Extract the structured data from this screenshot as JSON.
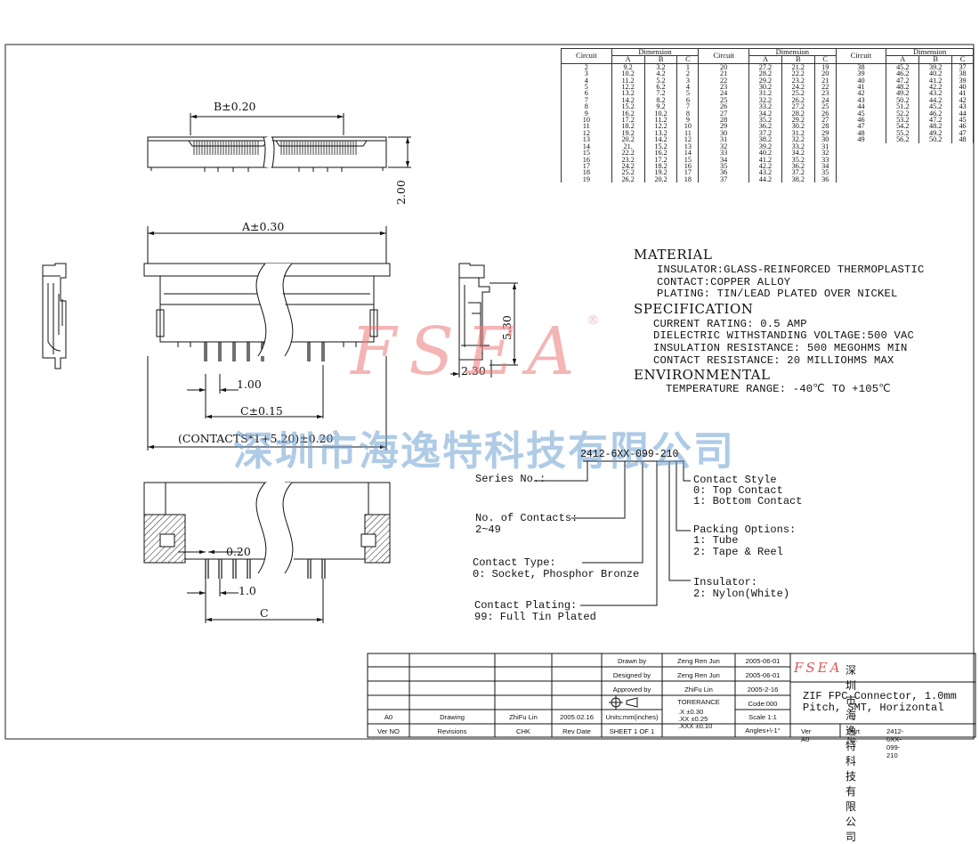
{
  "watermark": {
    "brand": "FSEA",
    "registered": "®",
    "company": "深圳市海逸特科技有限公司"
  },
  "dimensions": {
    "b": "B±0.20",
    "height": "2.00",
    "a": "A±0.30",
    "side_height": "5.30",
    "side_width": "2.30",
    "pitch": "1.00",
    "c": "C±0.15",
    "overall": "(CONTACTS*1+5.20)±0.20",
    "pin_width": "0.20",
    "pitch_bottom": "1.0",
    "c_bottom": "C"
  },
  "dimension_table": {
    "circuit_header": "Circuit",
    "dimension_header": "Dimension",
    "columns": [
      "A",
      "B",
      "C"
    ],
    "groups": [
      [
        [
          "2",
          "9.2",
          "3.2",
          "1"
        ],
        [
          "3",
          "10.2",
          "4.2",
          "2"
        ],
        [
          "4",
          "11.2",
          "5.2",
          "3"
        ],
        [
          "5",
          "12.2",
          "6.2",
          "4"
        ],
        [
          "6",
          "13.2",
          "7.2",
          "5"
        ],
        [
          "7",
          "14.2",
          "8.2",
          "6"
        ],
        [
          "8",
          "15.2",
          "9.2",
          "7"
        ],
        [
          "9",
          "16.2",
          "10.2",
          "8"
        ],
        [
          "10",
          "17.2",
          "11.2",
          "9"
        ],
        [
          "11",
          "18.2",
          "12.2",
          "10"
        ],
        [
          "12",
          "19.2",
          "13.2",
          "11"
        ],
        [
          "13",
          "20.2",
          "14.2",
          "12"
        ],
        [
          "14",
          "21.",
          "15.2",
          "13"
        ],
        [
          "15",
          "22.2",
          "16.2",
          "14"
        ],
        [
          "16",
          "23.2",
          "17.2",
          "15"
        ],
        [
          "17",
          "24.2",
          "18.2",
          "16"
        ],
        [
          "18",
          "25.2",
          "19.2",
          "17"
        ],
        [
          "19",
          "26.2",
          "20.2",
          "18"
        ]
      ],
      [
        [
          "20",
          "27.2",
          "21.2",
          "19"
        ],
        [
          "21",
          "28.2",
          "22.2",
          "20"
        ],
        [
          "22",
          "29.2",
          "23.2",
          "21"
        ],
        [
          "23",
          "30.2",
          "24.2",
          "22"
        ],
        [
          "24",
          "31.2",
          "25.2",
          "23"
        ],
        [
          "25",
          "32.2",
          "26.2",
          "24"
        ],
        [
          "26",
          "33.2",
          "27.2",
          "25"
        ],
        [
          "27",
          "34.2",
          "28.2",
          "26"
        ],
        [
          "28",
          "35.2",
          "29.2",
          "27"
        ],
        [
          "29",
          "36.2",
          "30.2",
          "28"
        ],
        [
          "30",
          "37.2",
          "31.2",
          "29"
        ],
        [
          "31",
          "38.2",
          "32.2",
          "30"
        ],
        [
          "32",
          "39.2",
          "33.2",
          "31"
        ],
        [
          "33",
          "40.2",
          "34.2",
          "32"
        ],
        [
          "34",
          "41.2",
          "35.2",
          "33"
        ],
        [
          "35",
          "42.2",
          "36.2",
          "34"
        ],
        [
          "36",
          "43.2",
          "37.2",
          "35"
        ],
        [
          "37",
          "44.2",
          "38.2",
          "36"
        ]
      ],
      [
        [
          "38",
          "45.2",
          "39.2",
          "37"
        ],
        [
          "39",
          "46.2",
          "40.2",
          "38"
        ],
        [
          "40",
          "47.2",
          "41.2",
          "39"
        ],
        [
          "41",
          "48.2",
          "42.2",
          "40"
        ],
        [
          "42",
          "49.2",
          "43.2",
          "41"
        ],
        [
          "43",
          "50.2",
          "44.2",
          "42"
        ],
        [
          "44",
          "51.2",
          "45.2",
          "43"
        ],
        [
          "45",
          "52.2",
          "46.2",
          "44"
        ],
        [
          "46",
          "53.2",
          "47.2",
          "45"
        ],
        [
          "47",
          "54.2",
          "48.2",
          "46"
        ],
        [
          "48",
          "55.2",
          "49.2",
          "47"
        ],
        [
          "49",
          "56.2",
          "50.2",
          "48"
        ]
      ]
    ]
  },
  "specs": {
    "material_title": "MATERIAL",
    "material_lines": [
      "INSULATOR:GLASS-REINFORCED THERMOPLASTIC",
      "CONTACT:COPPER ALLOY",
      "PLATING: TIN/LEAD PLATED OVER NICKEL"
    ],
    "spec_title": "SPECIFICATION",
    "spec_lines": [
      "CURRENT RATING: 0.5 AMP",
      "DIELECTRIC WITHSTANDING VOLTAGE:500 VAC",
      "INSULATION RESISTANCE: 500 MEGOHMS MIN",
      "CONTACT RESISTANCE: 20 MILLIOHMS MAX"
    ],
    "env_title": "ENVIRONMENTAL",
    "env_line": "TEMPERATURE RANGE: -40℃ TO +105℃"
  },
  "part_number": {
    "code": "2412-6XX-099-210",
    "series_label": "Series No.:",
    "contacts_label": "No. of Contacts:",
    "contacts_value": "2~49",
    "contact_type_label": "Contact Type:",
    "contact_type_value": "0: Socket, Phosphor Bronze",
    "plating_label": "Contact Plating:",
    "plating_value": "99: Full Tin Plated",
    "style_label": "Contact Style",
    "style_0": "0: Top Contact",
    "style_1": "1: Bottom Contact",
    "packing_label": "Packing Options:",
    "packing_1": "1: Tube",
    "packing_2": "2: Tape & Reel",
    "insulator_label": "Insulator:",
    "insulator_value": "2: Nylon(White)"
  },
  "title_block": {
    "drawn_by_label": "Drawn by",
    "drawn_by": "Zeng Ren Jun",
    "drawn_date": "2005-06-01",
    "designed_by_label": "Designed by",
    "designed_by": "Zeng Ren Jun",
    "designed_date": "2005-06-01",
    "approved_by_label": "Approved by",
    "approved_by": "ZhiFu Lin",
    "approved_date": "2005-2-16",
    "tolerance_label": "TORERANCE",
    "tol_x": ".X ±0.30",
    "tol_xx": ".XX ±0.25",
    "tol_xxx": ".XXX ±0.10",
    "code": "Code:000",
    "scale": "Scale 1:1",
    "angles": "Angles+\\-1°",
    "units": "Units:mm(inches)",
    "sheet": "SHEET 1 OF 1",
    "rev_row": [
      "A0",
      "Drawing",
      "ZhiFu Lin",
      "2005.02.16"
    ],
    "rev_header": [
      "Ver NO",
      "Revisions",
      "CHK",
      "Rev Date"
    ],
    "logo": "FSEA",
    "company": "深圳市海逸特科技有限公司",
    "description": "ZIF FPC Connector, 1.0mm Pitch, SMT, Horizontal",
    "ver": "Ver A0",
    "part_no_label": "Part No.",
    "part_no": "2412-6XX-099-210"
  }
}
